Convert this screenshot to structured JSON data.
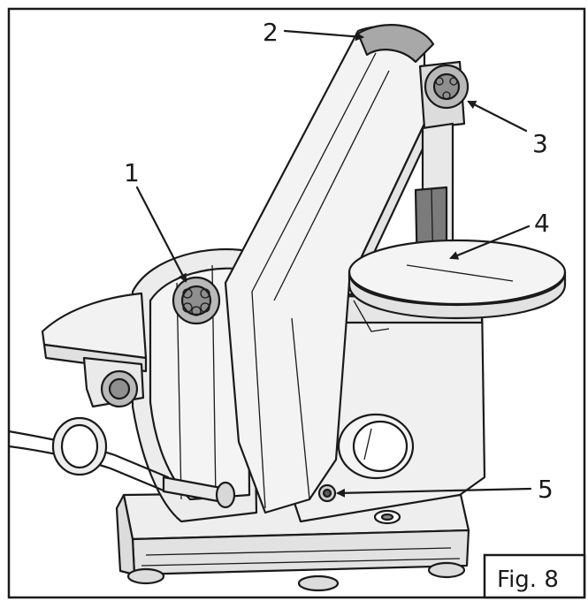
{
  "figure": {
    "label": "Fig. 8",
    "callouts": [
      {
        "number": "1"
      },
      {
        "number": "2"
      },
      {
        "number": "3"
      },
      {
        "number": "4"
      },
      {
        "number": "5"
      }
    ]
  },
  "colors": {
    "body_light": "#f1f1f1",
    "body_mid": "#dddddd",
    "guard_gray": "#a8a8a8",
    "belt_dark": "#7b7b7b",
    "ink": "#1a1a1a"
  }
}
